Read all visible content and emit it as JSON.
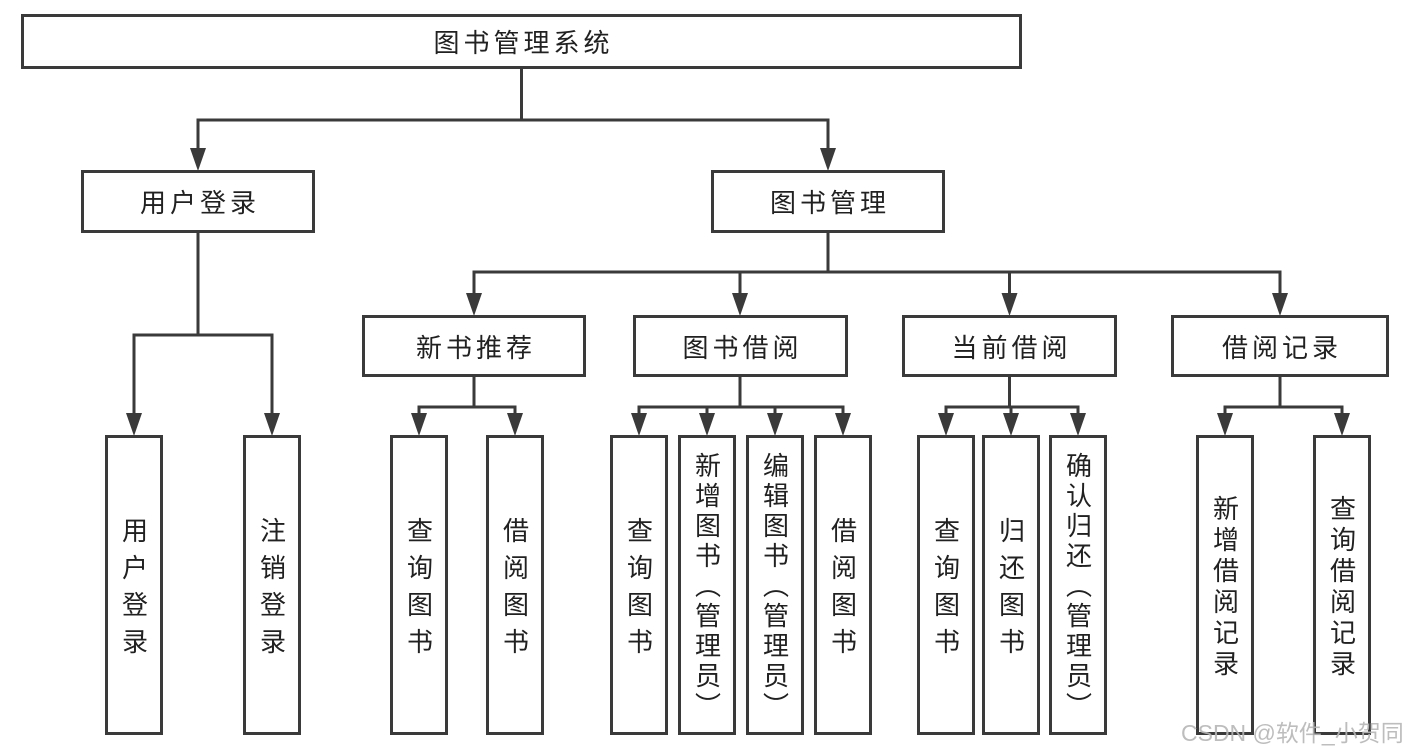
{
  "diagram": {
    "title": "图书管理系统",
    "branches": [
      {
        "label": "用户登录",
        "children": [
          {
            "label": "用户登录"
          },
          {
            "label": "注销登录"
          }
        ]
      },
      {
        "label": "图书管理",
        "children": [
          {
            "label": "新书推荐",
            "children": [
              {
                "label": "查询图书"
              },
              {
                "label": "借阅图书"
              }
            ]
          },
          {
            "label": "图书借阅",
            "children": [
              {
                "label": "查询图书"
              },
              {
                "label": "新增图书（管理员）"
              },
              {
                "label": "编辑图书（管理员）"
              },
              {
                "label": "借阅图书"
              }
            ]
          },
          {
            "label": "当前借阅",
            "children": [
              {
                "label": "查询图书"
              },
              {
                "label": "归还图书"
              },
              {
                "label": "确认归还（管理员）"
              }
            ]
          },
          {
            "label": "借阅记录",
            "children": [
              {
                "label": "新增借阅记录"
              },
              {
                "label": "查询借阅记录"
              }
            ]
          }
        ]
      }
    ]
  },
  "watermark": {
    "text": "CSDN @软件_小贺同学"
  },
  "colors": {
    "line": "#3a3a3a",
    "text": "#212121",
    "watermark": "#b6b6b6",
    "background": "#ffffff"
  }
}
